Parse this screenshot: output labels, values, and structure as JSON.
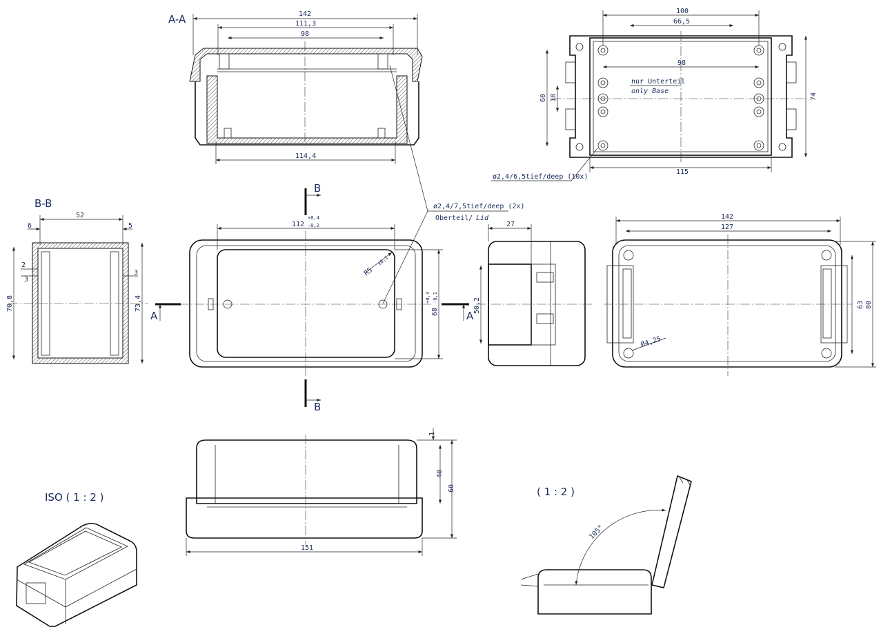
{
  "views": {
    "section_aa": {
      "title": "A-A",
      "dims": {
        "overall_width": "142",
        "inner_width": "111,3",
        "rim_width": "98",
        "base_width": "114,4"
      }
    },
    "top_base": {
      "dims": {
        "hole_span": "100",
        "slot_span": "66,5",
        "inner_span": "98",
        "width": "115",
        "height": "74",
        "hole_v": "60",
        "hole_v2": "18"
      },
      "note_de": "nur Unterteil",
      "note_en": "only Base",
      "hole_note": "ø2,4/6,5tief/deep (10x)"
    },
    "lid_note": {
      "hole": "ø2,4/7,5tief/deep (2x)",
      "part_de": "Oberteil/",
      "part_en": "Lid"
    },
    "section_bb": {
      "title": "B-B",
      "dims": {
        "width": "52",
        "left": "6",
        "right": "5",
        "wall1": "2",
        "wall2": "3",
        "wall3": "3",
        "inner_h": "70,8",
        "outer_h": "73,4"
      }
    },
    "top_view": {
      "width": "112",
      "width_tol_up": "+0,4",
      "width_tol_dn": "-0,2",
      "height": "68",
      "height_tol_up": "+0,3",
      "height_tol_dn": "-0,1",
      "radius": "R5",
      "radius_tol": "±0,1",
      "section_a": "A",
      "section_b": "B"
    },
    "side_view": {
      "depth": "27",
      "height": "50,2"
    },
    "bottom_view": {
      "width": "142",
      "inner_width": "127",
      "hole_h": "63",
      "height": "80",
      "hole_dia": "Ø4,25"
    },
    "front_view": {
      "width": "151",
      "rim": "1",
      "lid_h": "40",
      "total_h": "60"
    },
    "iso": {
      "title": "ISO ( 1 : 2 )"
    },
    "open_view": {
      "scale": "( 1 : 2 )",
      "angle": "105°"
    }
  }
}
